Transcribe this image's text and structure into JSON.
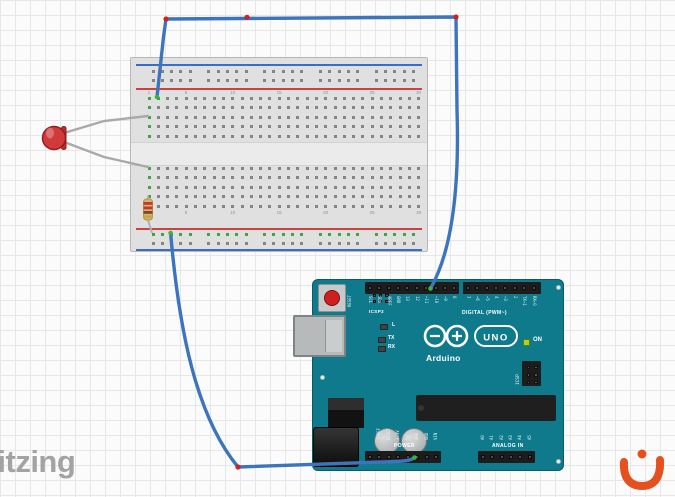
{
  "watermark": {
    "text": "fritzing"
  },
  "breadboard": {
    "column_numbers": [
      "1",
      "5",
      "10",
      "15",
      "20",
      "25",
      "30"
    ]
  },
  "arduino": {
    "reset_label": "RESET",
    "icsp2_label": "ICSP2",
    "icsp_label": "ICSP",
    "digital_section_label": "DIGITAL (PWM~)",
    "power_section_label": "POWER",
    "analog_section_label": "ANALOG IN",
    "on_label": "ON",
    "led_l_label": "L",
    "led_tx_label": "TX",
    "led_rx_label": "RX",
    "logo_uno": "UNO",
    "logo_arduino": "Arduino",
    "digital_pins_left": [
      "SCL",
      "SDA",
      "AREF",
      "GND",
      "13",
      "12",
      "~11",
      "~10",
      "~9",
      "8"
    ],
    "digital_pins_right": [
      "7",
      "~6",
      "~5",
      "4",
      "~3",
      "2",
      "TX→1",
      "RX←0"
    ],
    "power_pins": [
      "",
      "IOREF",
      "RESET",
      "3.3V",
      "5V",
      "GND",
      "GND",
      "VIN"
    ],
    "analog_pins": [
      "A0",
      "A1",
      "A2",
      "A3",
      "A4",
      "A5"
    ]
  },
  "colors": {
    "wire_blue": "#3c74bd",
    "board_teal": "#0e7a8c",
    "led_red": "#d03a3a",
    "bend_red": "#cc2222",
    "connect_green": "#35b53a",
    "rail_blue": "#3a6cc9",
    "rail_red": "#d04040",
    "brand_orange": "#e4501e",
    "watermark_gray": "#a3a3a3",
    "resistor_body": "#d8b36a"
  }
}
